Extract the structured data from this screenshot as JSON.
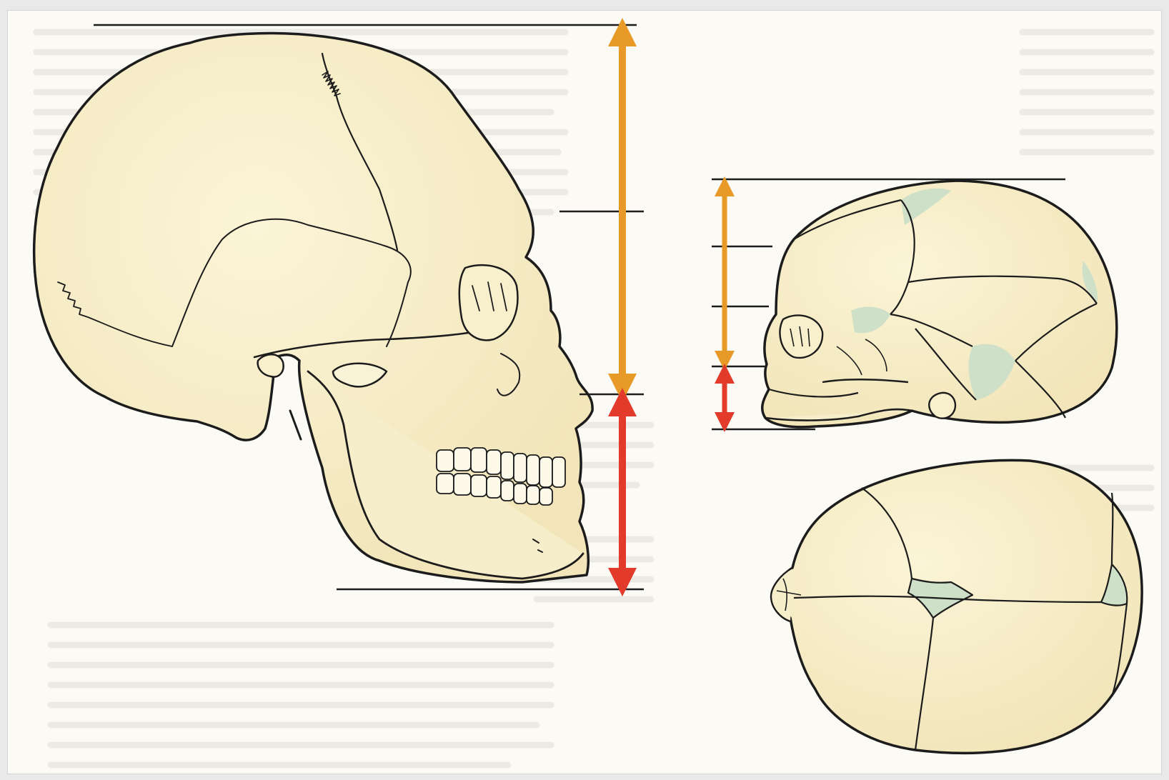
{
  "figure": {
    "subjects": [
      "adult-skull-lateral",
      "infant-skull-lateral",
      "infant-skull-superior"
    ],
    "colors": {
      "bone": "#f5eecb",
      "bone_shade": "#efe3b4",
      "fontanelle": "#cfe0c8",
      "outline": "#1c1c1c",
      "cranial_arrow": "#e79a28",
      "facial_arrow": "#e23b2c",
      "paper": "#fbfaf4"
    },
    "proportions": {
      "adult": {
        "cranial_part": 0.65,
        "facial_part": 0.35
      },
      "infant": {
        "cranial_part": 0.73,
        "facial_part": 0.27
      }
    },
    "icons": [
      "double-arrow-icon",
      "reference-line-icon"
    ]
  }
}
